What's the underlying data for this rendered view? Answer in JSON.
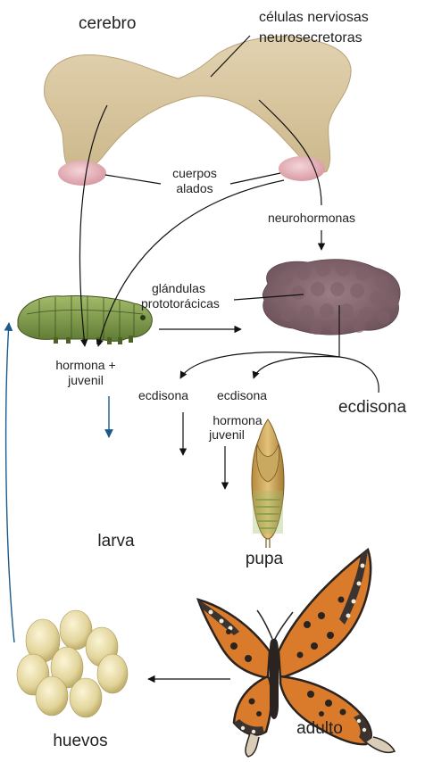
{
  "labels": {
    "cerebro": "cerebro",
    "celulas_line1": "células nerviosas",
    "celulas_line2": "neurosecretoras",
    "cuerpos_line1": "cuerpos",
    "cuerpos_line2": "alados",
    "neurohormonas": "neurohormonas",
    "glandulas_line1": "glándulas",
    "glandulas_line2": "prototorácicas",
    "hormona_juvenil_left_line1": "hormona +",
    "hormona_juvenil_left_line2": "juvenil",
    "ecdisona_1": "ecdisona",
    "ecdisona_2": "ecdisona",
    "ecdisona_3": "ecdisona",
    "hormona_juvenil_mid_line1": "hormona",
    "hormona_juvenil_mid_line2": "juvenil",
    "larva": "larva",
    "pupa": "pupa",
    "adulto": "adulto",
    "huevos": "huevos"
  },
  "colors": {
    "brain": "#d8c6a0",
    "wing_bodies": "#e7b8bf",
    "gland": "#8a6b73",
    "larva": "#7d9a4a",
    "pupa": "#c9a15a",
    "butterfly_orange": "#d97b2a",
    "butterfly_dark": "#3a3330",
    "eggs": "#e8dca4",
    "blue_arrow": "#1d5a8c"
  }
}
